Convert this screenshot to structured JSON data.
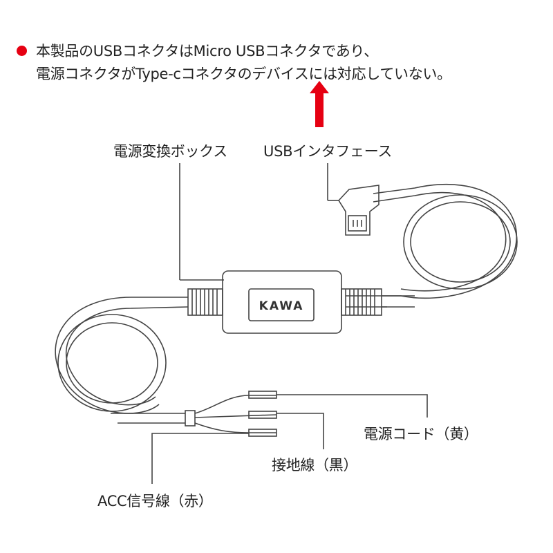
{
  "note": {
    "line1": "本製品のUSBコネクタはMicro USBコネクタであり、",
    "line2": "電源コネクタがType-cコネクタのデバイスには対応していない。",
    "bullet_color": "#e60012"
  },
  "arrow_color": "#e60012",
  "labels": {
    "power_box": "電源変換ボックス",
    "usb_interface": "USBインタフェース",
    "power_cord": "電源コード（黄）",
    "ground_wire": "接地線（黒）",
    "acc_wire": "ACC信号線（赤）"
  },
  "box_logo": "KAWA"
}
